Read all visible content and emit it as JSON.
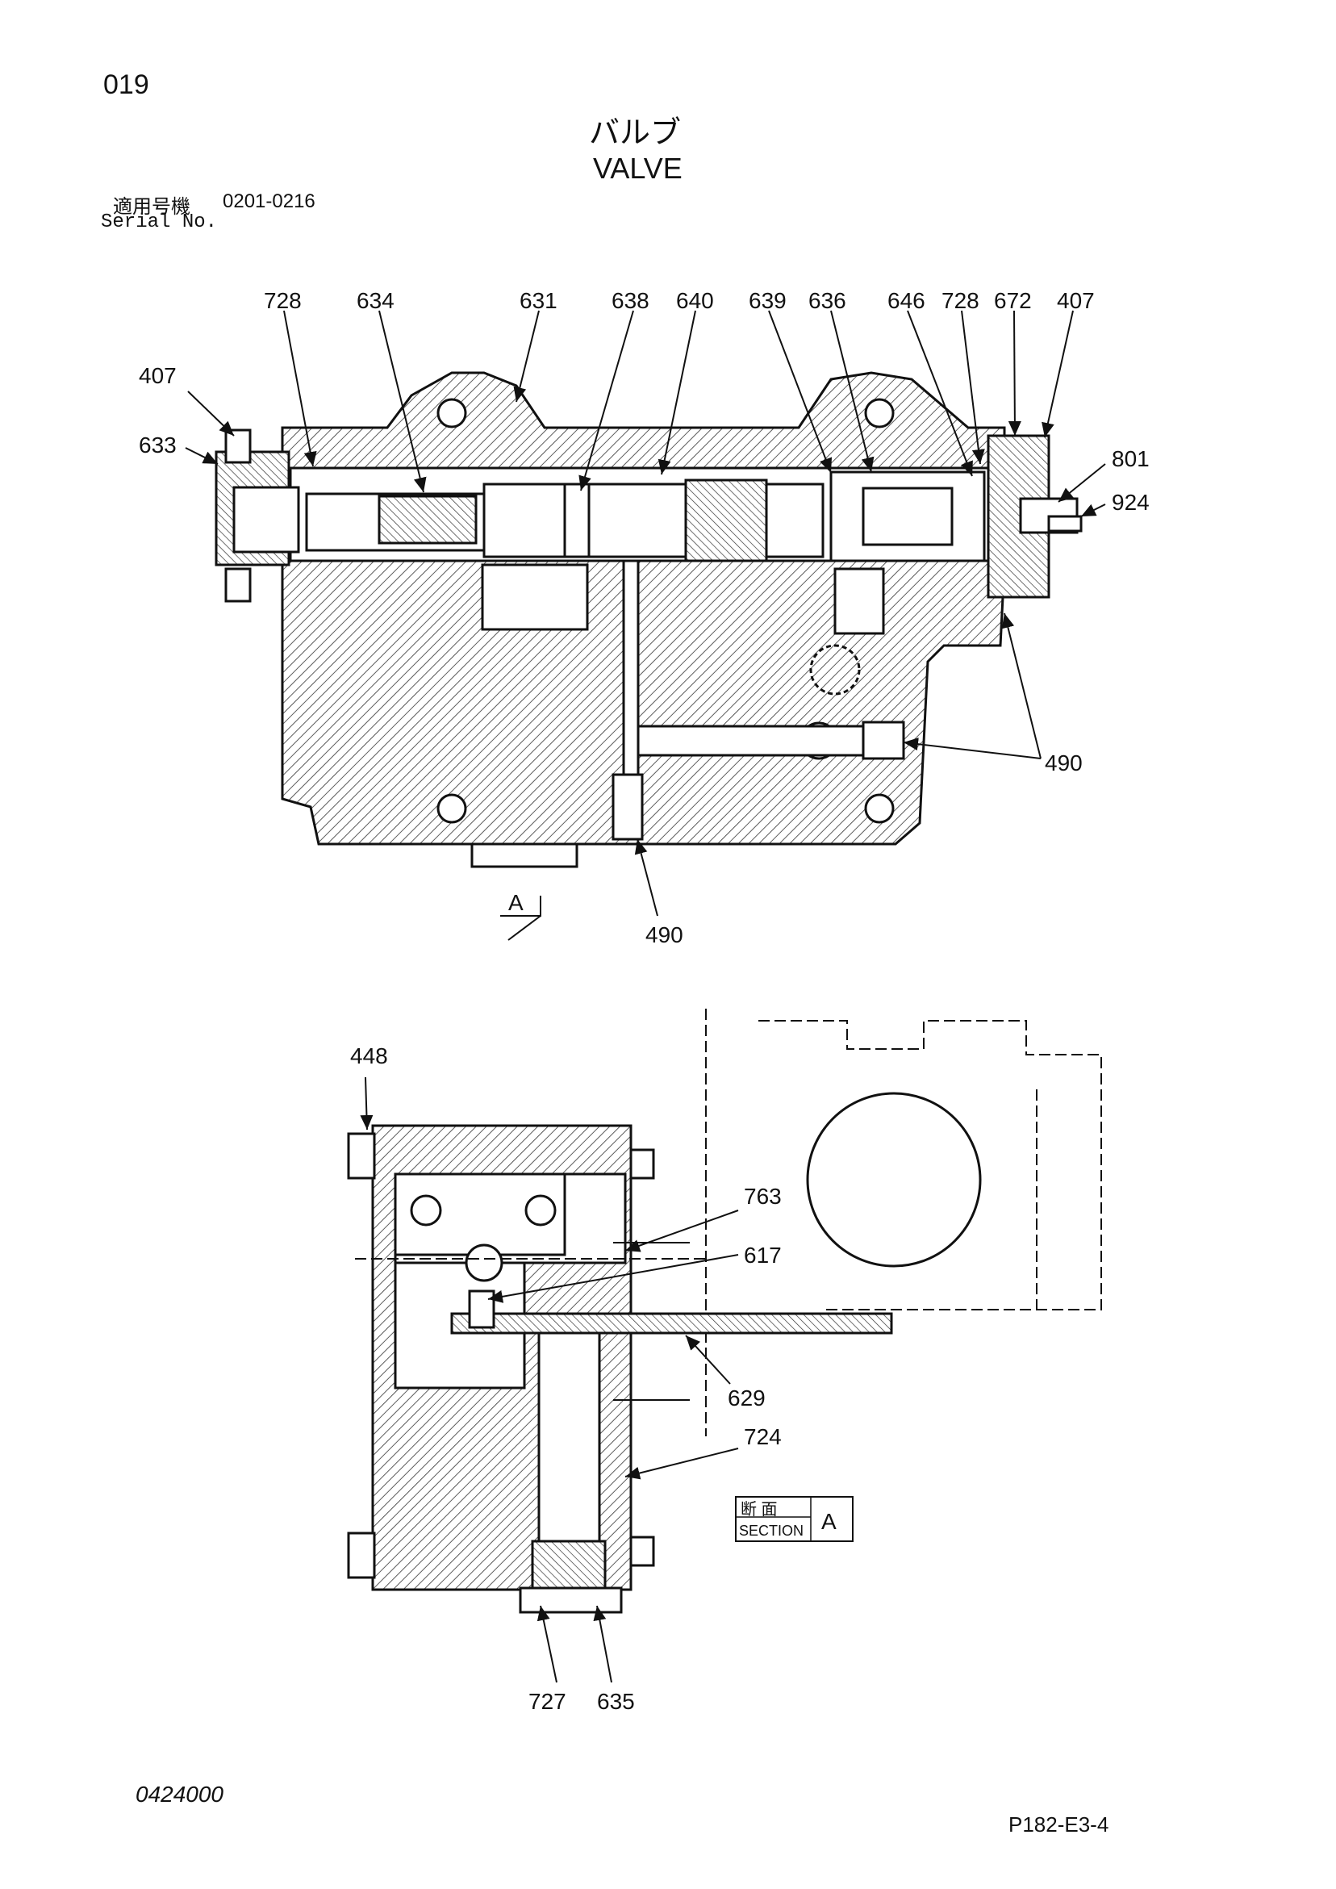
{
  "page": {
    "number": "019",
    "title_jp": "バルブ",
    "title_en": "VALVE",
    "applicable_label_jp": "適用号機",
    "serial_range": "0201-0216",
    "serial_label": "Serial No.",
    "doc_code": "0424000",
    "page_ref": "P182-E3-4"
  },
  "top_view": {
    "labels": {
      "l728a": "728",
      "l634": "634",
      "l631": "631",
      "l638": "638",
      "l640": "640",
      "l639": "639",
      "l636": "636",
      "l646": "646",
      "l728b": "728",
      "l672": "672",
      "l407a": "407",
      "l407b": "407",
      "l633": "633",
      "l801": "801",
      "l924": "924",
      "l490a": "490",
      "l490b": "490"
    },
    "section_mark": "A"
  },
  "section_view": {
    "labels": {
      "l448": "448",
      "l763": "763",
      "l617": "617",
      "l629": "629",
      "l724": "724",
      "l727": "727",
      "l635": "635"
    },
    "tag_jp": "断 面",
    "tag_en": "SECTION",
    "tag_letter": "A"
  }
}
